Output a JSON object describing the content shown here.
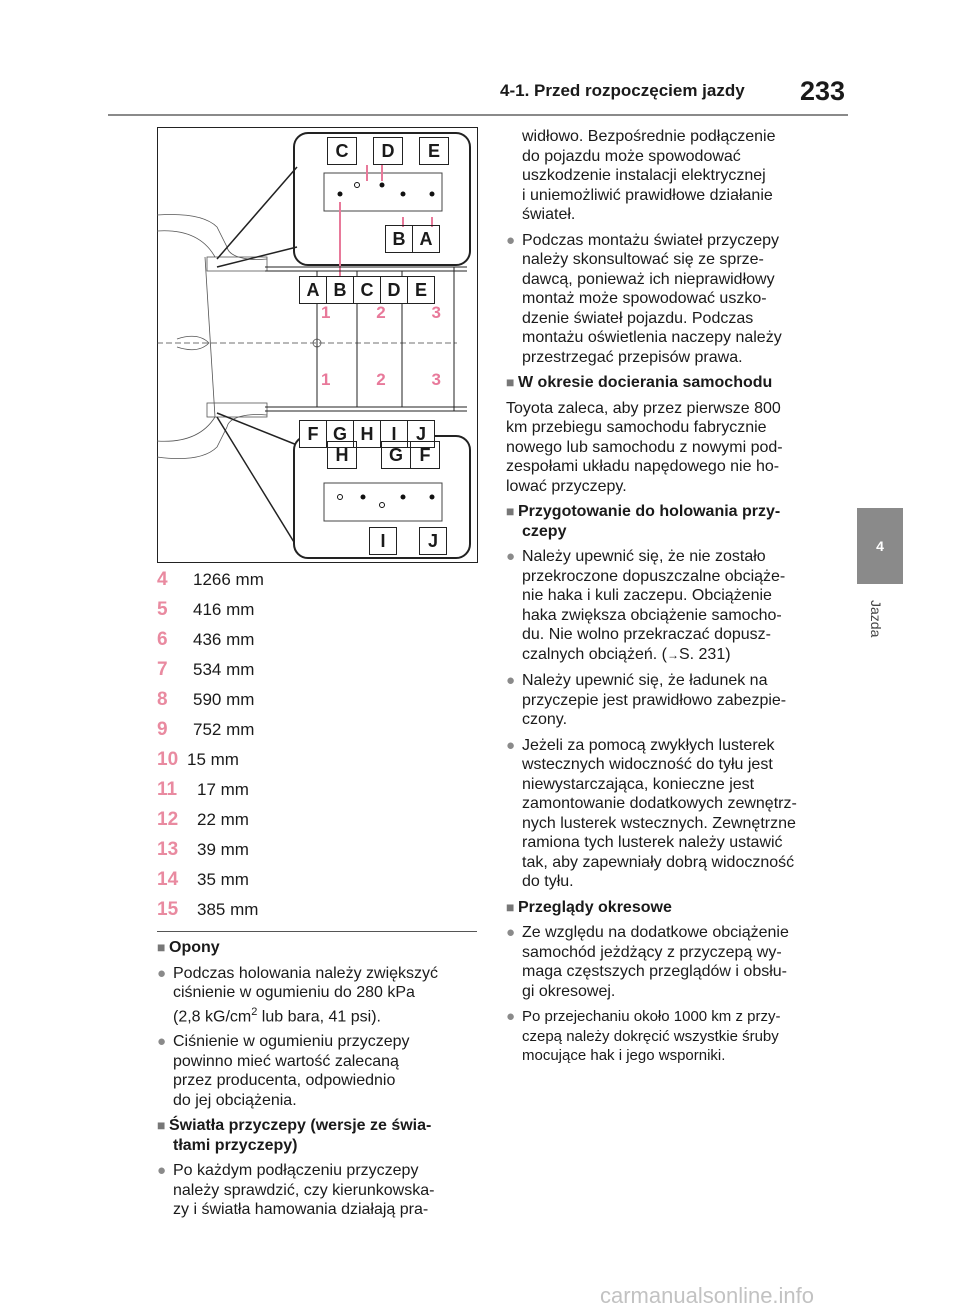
{
  "header": {
    "title": "4-1. Przed rozpoczęciem jazdy",
    "page_number": "233"
  },
  "side_tab": {
    "number": "4",
    "label": "Jazda"
  },
  "diagram": {
    "connector_top": {
      "top_letters": [
        "C",
        "D",
        "E"
      ],
      "bottom_letters": [
        "B",
        "A"
      ]
    },
    "center_top_letters": [
      "A",
      "B",
      "C",
      "D",
      "E"
    ],
    "center_top_numbers": [
      "1",
      "2",
      "3"
    ],
    "center_bottom_numbers": [
      "1",
      "2",
      "3"
    ],
    "center_bottom_letters": [
      "F",
      "G",
      "H",
      "I",
      "J"
    ],
    "connector_bottom": {
      "top_letters": [
        "H",
        "G",
        "F"
      ],
      "bottom_letters": [
        "I",
        "J"
      ]
    }
  },
  "dimensions": [
    {
      "num": "4",
      "value": "1266 mm"
    },
    {
      "num": "5",
      "value": "416 mm"
    },
    {
      "num": "6",
      "value": "436 mm"
    },
    {
      "num": "7",
      "value": "534 mm"
    },
    {
      "num": "8",
      "value": "590 mm"
    },
    {
      "num": "9",
      "value": "752 mm"
    },
    {
      "num": "10",
      "value": "15 mm"
    },
    {
      "num": "11",
      "value": "17 mm"
    },
    {
      "num": "12",
      "value": "22 mm"
    },
    {
      "num": "13",
      "value": "39 mm"
    },
    {
      "num": "14",
      "value": "35 mm"
    },
    {
      "num": "15",
      "value": "385 mm"
    }
  ],
  "left_column": {
    "tires_heading": "Opony",
    "tires_b1_l1": "Podczas holowania należy zwiększyć",
    "tires_b1_l2": "ciśnienie w ogumieniu do 280 kPa",
    "tires_b1_l3a": "(2,8 kG/cm",
    "tires_b1_sup": "2",
    "tires_b1_l3b": " lub bara, 41 psi).",
    "tires_b2_l1": "Ciśnienie w ogumieniu przyczepy",
    "tires_b2_l2": "powinno mieć wartość zalecaną",
    "tires_b2_l3": "przez producenta, odpowiednio",
    "tires_b2_l4": "do jej obciążenia.",
    "lights_heading_l1": "Światła przyczepy (wersje ze świa-",
    "lights_heading_l2": "tłami przyczepy)",
    "lights_b1_l1": "Po każdym podłączeniu przyczepy",
    "lights_b1_l2": "należy sprawdzić, czy kierunkowska-",
    "lights_b1_l3": "zy i światła hamowania działają pra-"
  },
  "right_column": {
    "cont_l1": "widłowo. Bezpośrednie podłączenie",
    "cont_l2": "do pojazdu może spowodować",
    "cont_l3": "uszkodzenie instalacji elektrycznej",
    "cont_l4": "i uniemożliwić prawidłowe działanie",
    "cont_l5": "świateł.",
    "mount_l1": "Podczas montażu świateł przyczepy",
    "mount_l2": "należy skonsultować się ze sprze-",
    "mount_l3": "dawcą, ponieważ ich nieprawidłowy",
    "mount_l4": "montaż może spowodować uszko-",
    "mount_l5": "dzenie świateł pojazdu. Podczas",
    "mount_l6": "montażu oświetlenia naczepy należy",
    "mount_l7": "przestrzegać przepisów prawa.",
    "breakin_heading": "W okresie docierania samochodu",
    "breakin_l1": "Toyota zaleca, aby przez pierwsze 800",
    "breakin_l2": "km przebiegu samochodu fabrycznie",
    "breakin_l3": "nowego lub samochodu z nowymi pod-",
    "breakin_l4": "zespołami układu napędowego nie ho-",
    "breakin_l5": "lować przyczepy.",
    "prep_heading_l1": "Przygotowanie do holowania przy-",
    "prep_heading_l2": "czepy",
    "prep_b1_l1": "Należy upewnić się, że nie zostało",
    "prep_b1_l2": "przekroczone dopuszczalne obciąże-",
    "prep_b1_l3": "nie haka i kuli zaczepu. Obciążenie",
    "prep_b1_l4": "haka zwiększa obciążenie samocho-",
    "prep_b1_l5": "du. Nie wolno przekraczać dopusz-",
    "prep_b1_l6": "czalnych obciążeń. (",
    "prep_b1_arrow": "→",
    "prep_b1_ref": "S. 231)",
    "prep_b2_l1": "Należy upewnić się, że ładunek na",
    "prep_b2_l2": "przyczepie jest prawidłowo zabezpie-",
    "prep_b2_l3": "czony.",
    "prep_b3_l1": "Jeżeli za pomocą zwykłych lusterek",
    "prep_b3_l2": "wstecznych widoczność do tyłu jest",
    "prep_b3_l3": "niewystarczająca, konieczne jest",
    "prep_b3_l4": "zamontowanie dodatkowych zewnętrz-",
    "prep_b3_l5": "nych lusterek wstecznych. Zewnętrzne",
    "prep_b3_l6": "ramiona tych lusterek należy ustawić",
    "prep_b3_l7": "tak, aby zapewniały dobrą widoczność",
    "prep_b3_l8": "do tyłu.",
    "insp_heading": "Przeglądy okresowe",
    "insp_b1_l1": "Ze względu na dodatkowe obciążenie",
    "insp_b1_l2": "samochód jeżdżący z przyczepą wy-",
    "insp_b1_l3": "maga częstszych przeglądów i obsłu-",
    "insp_b1_l4": "gi okresowej.",
    "insp_b2_l1": "Po przejechaniu około 1000 km z przy-",
    "insp_b2_l2": "czepą należy dokręcić wszystkie śruby",
    "insp_b2_l3": "mocujące hak i jego wsporniki."
  },
  "watermark": "carmanualsonline.info",
  "colors": {
    "accent_pink": "#e98aa0",
    "tab_gray": "#8a8a8a",
    "number_pink": "#e8799a"
  }
}
